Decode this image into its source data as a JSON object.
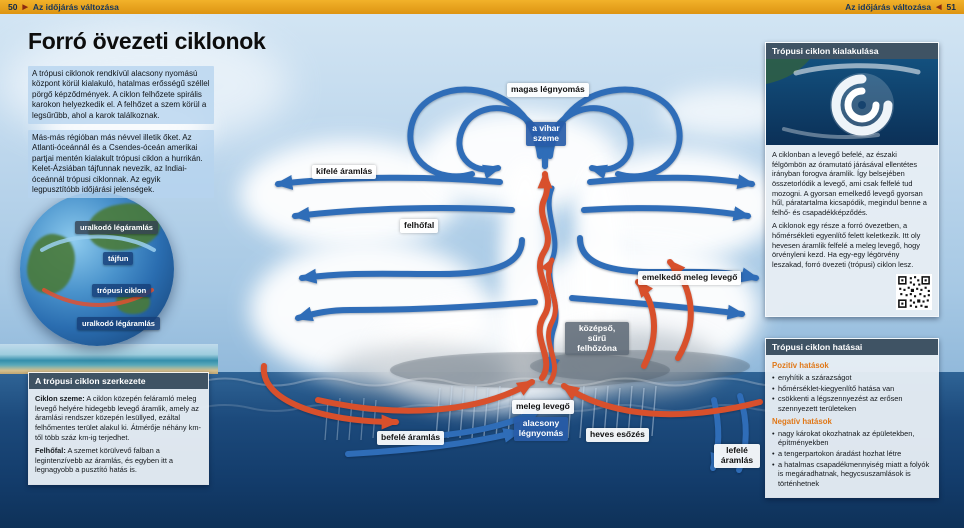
{
  "header": {
    "left_page": "50",
    "left_title": "Az időjárás változása",
    "right_title": "Az időjárás változása",
    "right_page": "51"
  },
  "article": {
    "title": "Forró övezeti ciklonok",
    "intro": [
      "A trópusi ciklonok rendkívül alacsony nyomású központ körül kialakuló, hatalmas erősségű széllel pörgő képződmények. A ciklon felhőzete spirális karokon helyezkedik el. A felhőzet a szem körül a legsűrűbb, ahol a karok találkoznak.",
      "Más-más régióban más névvel illetik őket. Az Atlanti-óceánnál és a Csendes-óceán amerikai partjai mentén kialakult trópusi ciklon a hurrikán. Kelet-Ázsiában tájfunnak nevezik, az Indiai-óceánnál trópusi ciklonnak. Az egyik legpusztítóbb időjárási jelenségek."
    ]
  },
  "globe": {
    "labels": [
      "uralkodó légáramlás",
      "tájfun",
      "trópusi ciklon",
      "uralkodó légáramlás"
    ]
  },
  "diagram": {
    "labels": {
      "high_pressure": "magas légnyomás",
      "storm_eye": "a vihar szeme",
      "outflow": "kifelé áramlás",
      "cloud_wall": "felhőfal",
      "rising_warm_air": "emelkedő meleg levegő",
      "central_cloud_zone": "középső, sűrű felhőzóna",
      "warm_air": "meleg levegő",
      "low_pressure": "alacsony légnyomás",
      "inflow": "befelé áramlás",
      "heavy_rain": "heves esőzés",
      "downflow": "lefelé áramlás"
    }
  },
  "structure_box": {
    "title": "A trópusi ciklon szerkezete",
    "items": [
      {
        "term": "Ciklon szeme:",
        "text": " A ciklon közepén feláramló meleg levegő helyére hidegebb levegő áramlik, amely az áramlási rendszer közepén lesüllyed, ezáltal felhőmentes terület alakul ki. Átmérője néhány km-től több száz km-ig terjedhet."
      },
      {
        "term": "Felhőfal:",
        "text": " A szemet körülvevő falban a legintenzívebb az áramlás, és egyben itt a legnagyobb a pusztító hatás is."
      }
    ]
  },
  "formation_box": {
    "title": "Trópusi ciklon kialakulása",
    "paragraphs": [
      "A ciklonban a levegő befelé, az északi félgömbön az óramutató járásával ellentétes irányban forogva áramlik. Így belsejében összetorlódik a levegő, ami csak felfelé tud mozogni. A gyorsan emelkedő levegő gyorsan hűl, páratartalma kicsapódik, megindul benne a felhő- és csapadékképződés.",
      "A ciklonok egy része a forró övezetben, a hőmérsékleti egyenlítő felett keletkezik. Itt oly hevesen áramlik felfelé a meleg levegő, hogy örvényleni kezd. Ha egy-egy légörvény leszakad, forró övezeti (trópusi) ciklon lesz."
    ]
  },
  "effects_box": {
    "title": "Trópusi ciklon hatásai",
    "positive_title": "Pozitív hatások",
    "positive": [
      "enyhítik a szárazságot",
      "hőmérséklet-kiegyenlítő hatása van",
      "csökkenti a légszennyezést az erősen szennyezett területeken"
    ],
    "negative_title": "Negatív hatások",
    "negative": [
      "nagy károkat okozhatnak az épületekben, építményekben",
      "a tengerpartokon áradást hozhat létre",
      "a hatalmas csapadékmennyiség miatt a folyók is megáradhatnak, hegycsuszamlások is történhetnek"
    ]
  },
  "colors": {
    "header_bar": "#e8a41f",
    "box_header": "#3f5364",
    "accent_orange": "#e07818",
    "label_blue": "#285ca8",
    "arrow_blue": "#2f6db8",
    "arrow_red": "#d8502c",
    "sea": "#143d6b"
  }
}
